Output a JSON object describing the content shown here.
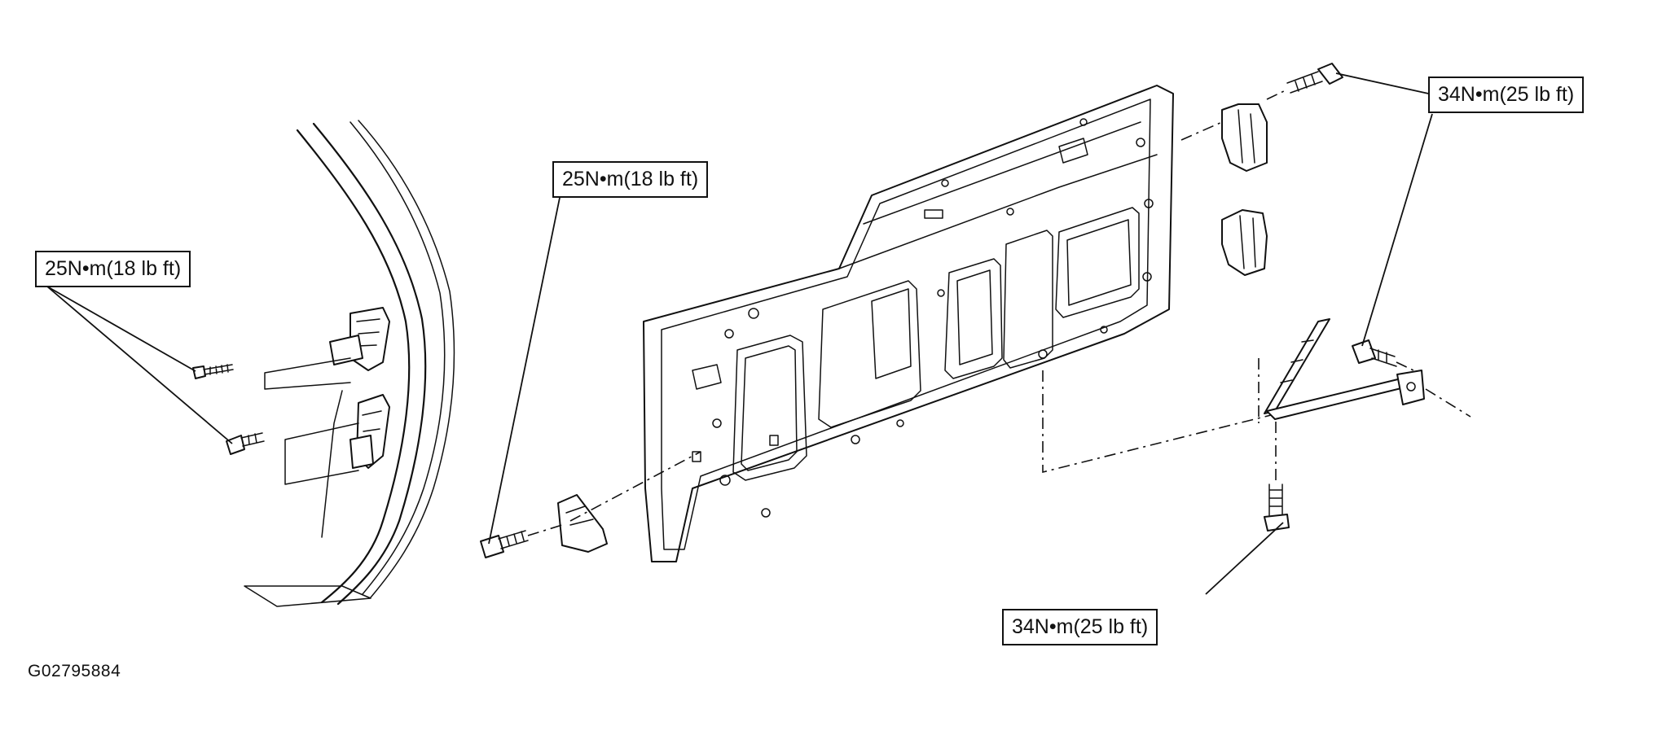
{
  "callouts": {
    "body_hinge_torque": "25N•m(18 lb ft)",
    "panel_bolt_torque": "25N•m(18 lb ft)",
    "upper_hinge_torque": "34N•m(25 lb ft)",
    "lower_support_torque": "34N•m(25 lb ft)"
  },
  "figure_id": "G02795884"
}
